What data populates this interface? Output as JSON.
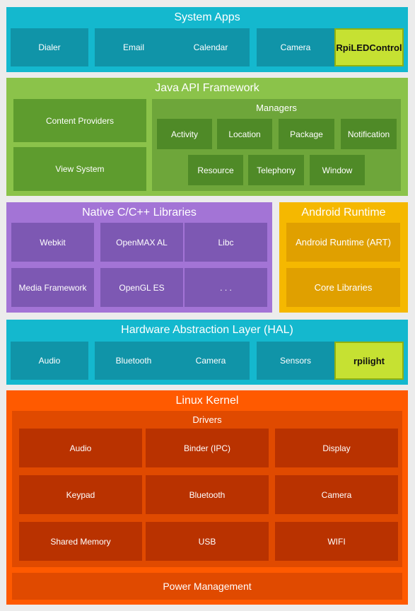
{
  "system_apps": {
    "title": "System Apps",
    "items": [
      "Dialer",
      "Email",
      "Calendar",
      "Camera",
      "RpiLEDControl"
    ]
  },
  "java_api": {
    "title": "Java API Framework",
    "content_providers": "Content Providers",
    "view_system": "View System",
    "managers": {
      "title": "Managers",
      "items": [
        "Activity",
        "Location",
        "Package",
        "Notification",
        "Resource",
        "Telephony",
        "Window"
      ]
    }
  },
  "native_libs": {
    "title": "Native C/C++ Libraries",
    "items": [
      "Webkit",
      "OpenMAX AL",
      "Libc",
      "Media Framework",
      "OpenGL ES",
      ". . ."
    ]
  },
  "android_runtime": {
    "title": "Android Runtime",
    "items": [
      "Android Runtime (ART)",
      "Core Libraries"
    ]
  },
  "hal": {
    "title": "Hardware Abstraction Layer (HAL)",
    "items": [
      "Audio",
      "Bluetooth",
      "Camera",
      "Sensors",
      "rpilight"
    ]
  },
  "kernel": {
    "title": "Linux Kernel",
    "drivers": {
      "title": "Drivers",
      "items": [
        "Audio",
        "Binder (IPC)",
        "Display",
        "Keypad",
        "Bluetooth",
        "Camera",
        "Shared Memory",
        "USB",
        "WIFI"
      ]
    },
    "power_management": "Power Management"
  },
  "colors": {
    "teal": "#14b8ce",
    "green": "#8bc34a",
    "purple": "#a374d6",
    "amber": "#f5b800",
    "orange": "#ff5a00",
    "highlight": "#c6e132"
  }
}
